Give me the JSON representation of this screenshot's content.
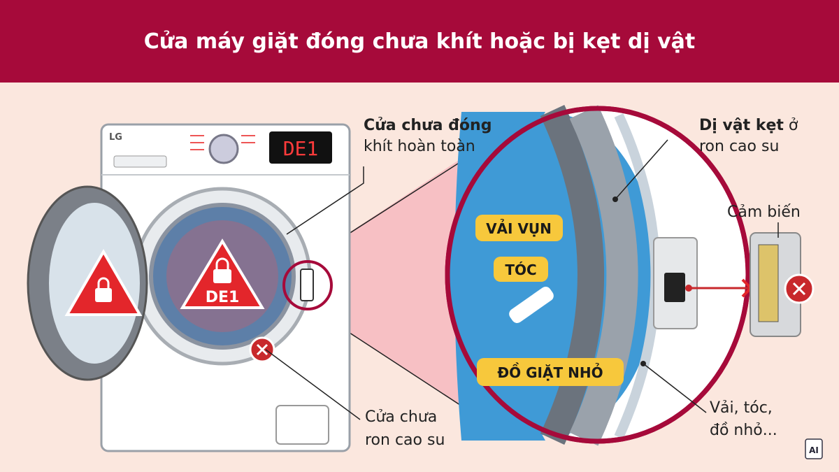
{
  "header": {
    "title": "Cửa máy giặt đóng chưa khít hoặc bị kẹt dị vật"
  },
  "washer": {
    "brand": "LG",
    "display_code": "DE1",
    "warning_code": "DE1"
  },
  "callouts": {
    "door_not_closed_bold": "Cửa chưa đóng",
    "door_not_closed_rest": "khít hoàn toàn",
    "foreign_object_bold": "Dị vật kẹt",
    "foreign_object_rest_1": "ở",
    "foreign_object_rest_2": "ron cao su",
    "sensor": "Cảm biến",
    "gasket_line1": "Cửa chưa",
    "gasket_line2": "ron cao su",
    "items_line1": "Vải, tóc,",
    "items_line2": "đồ nhỏ..."
  },
  "tags": {
    "lint": "VẢI VỤN",
    "hair": "TÓC",
    "small_items": "ĐỒ GIẶT NHỎ"
  },
  "watermark": "AI",
  "colors": {
    "header": "#a60a3a",
    "background": "#fbe7de",
    "warning": "#e3262b",
    "tag": "#f7c83c",
    "drum": "#3f9ad6"
  }
}
